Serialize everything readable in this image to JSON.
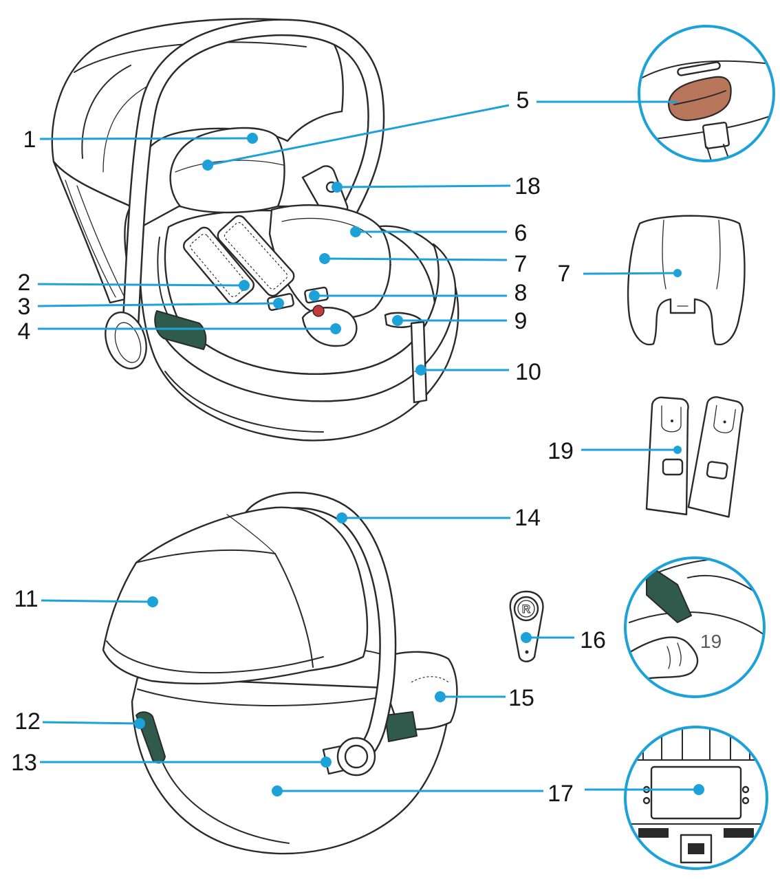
{
  "colors": {
    "callout": "#1ca2d9",
    "outline": "#2a2a2a",
    "strap": "#2f5a4c",
    "accent": "#b8775a",
    "buckle": "#c63a3a",
    "background": "#ffffff"
  },
  "callouts": [
    {
      "label": "1"
    },
    {
      "label": "2"
    },
    {
      "label": "3"
    },
    {
      "label": "4"
    },
    {
      "label": "5"
    },
    {
      "label": "18"
    },
    {
      "label": "6"
    },
    {
      "label": "7"
    },
    {
      "label": "8"
    },
    {
      "label": "9"
    },
    {
      "label": "10"
    },
    {
      "label": "7"
    },
    {
      "label": "19"
    },
    {
      "label": "14"
    },
    {
      "label": "11"
    },
    {
      "label": "16"
    },
    {
      "label": "15"
    },
    {
      "label": "12"
    },
    {
      "label": "13"
    },
    {
      "label": "17"
    }
  ],
  "inset_label": "19",
  "logo_letter": "R"
}
